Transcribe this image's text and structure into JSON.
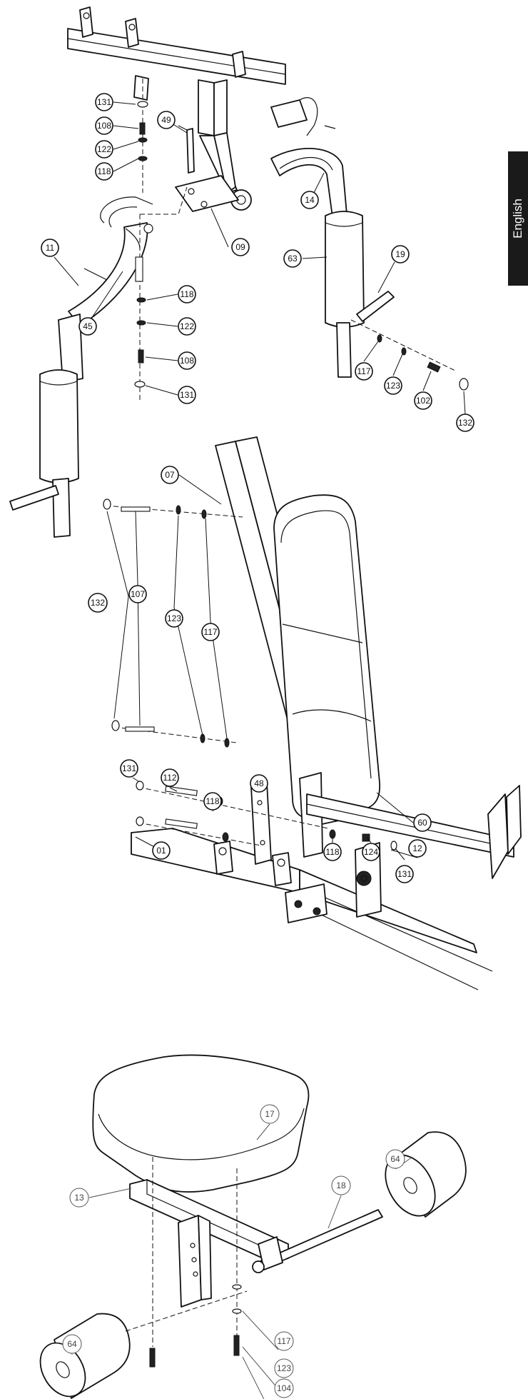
{
  "language_tab": "English",
  "callouts": [
    "131",
    "108",
    "122",
    "118",
    "49",
    "14",
    "11",
    "45",
    "09",
    "63",
    "19",
    "118",
    "122",
    "108",
    "131",
    "117",
    "123",
    "102",
    "132",
    "07",
    "132",
    "107",
    "123",
    "117",
    "131",
    "112",
    "118",
    "48",
    "60",
    "118",
    "124",
    "12",
    "01",
    "131",
    "17",
    "64",
    "18",
    "13",
    "64",
    "117",
    "123",
    "104"
  ]
}
